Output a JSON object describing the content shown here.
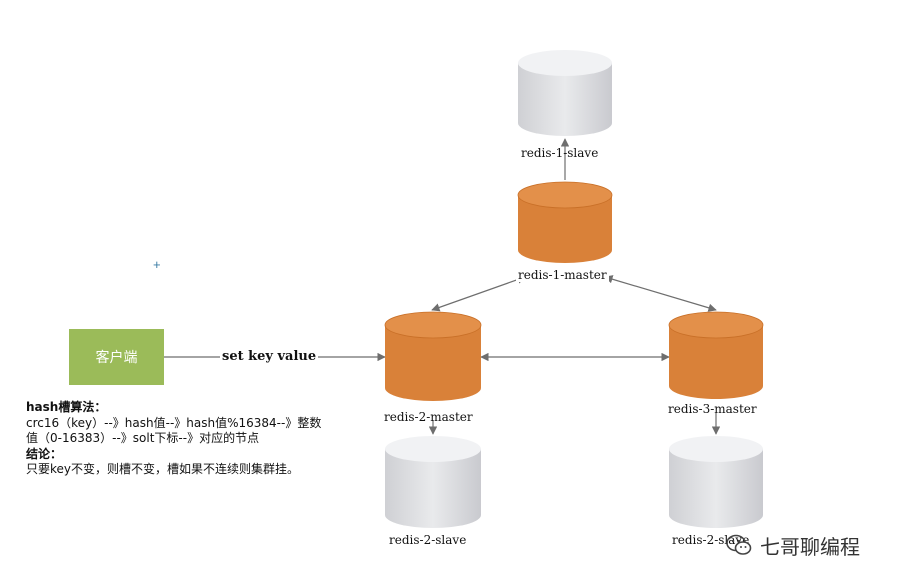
{
  "diagram": {
    "colors": {
      "master": "#d98139",
      "slave": "#dfe0e3",
      "client": "#9bbb59",
      "arrow": "#6e6e6e"
    },
    "client": {
      "label": "客户端"
    },
    "edge_client_master2": {
      "label": "set key value"
    },
    "nodes": {
      "slave1": "redis-1-slave",
      "master1": "redis-1-master",
      "master2": "redis-2-master",
      "master3": "redis-3-master",
      "slave2": "redis-2-slave",
      "slave3": "redis-2-slave"
    },
    "notes": {
      "hash_title": "hash槽算法：",
      "hash_line1": "crc16（key）--》hash值--》hash值%16384--》整数",
      "hash_line2": "值（0-16383）--》solt下标--》对应的节点",
      "conclusion_title": "结论：",
      "conclusion_text": "只要key不变，则槽不变，槽如果不连续则集群挂。"
    }
  },
  "watermark": {
    "text": "七哥聊编程",
    "icon": "wechat-icon"
  }
}
